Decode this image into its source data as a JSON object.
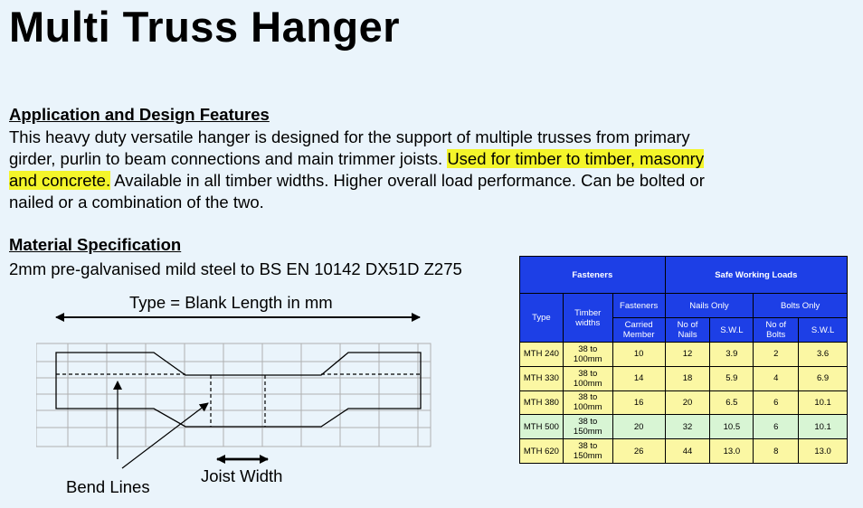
{
  "title": "Multi Truss Hanger",
  "application": {
    "heading": "Application and Design Features",
    "text_before": "This heavy duty versatile hanger is designed for the support of multiple trusses from primary girder, purlin to beam connections and main trimmer joists. ",
    "highlight": " Used for timber to timber, masonry and concrete.",
    "text_after": "  Available in all timber widths.  Higher overall load performance. Can be bolted or nailed or a combination of the two."
  },
  "material": {
    "heading": "Material Specification",
    "text": "2mm pre-galvanised mild steel to BS EN 10142 DX51D Z275"
  },
  "diagram": {
    "type_label": "Type = Blank Length in mm",
    "bend_lines_label": "Bend Lines",
    "joist_width_label": "Joist Width"
  },
  "table": {
    "group_fasteners": "Fasteners",
    "group_swl": "Safe Working Loads",
    "col_type": "Type",
    "col_timber": "Timber widths",
    "col_fasteners": "Fasteners",
    "col_carried": "Carried Member",
    "group_nails": "Nails Only",
    "group_bolts": "Bolts Only",
    "col_no_nails": "No of Nails",
    "col_swl_nails": "S.W.L",
    "col_no_bolts": "No of Bolts",
    "col_swl_bolts": "S.W.L",
    "rows": [
      {
        "type": "MTH 240",
        "timber": "38 to 100mm",
        "carried": "10",
        "nails": "12",
        "swl_n": "3.9",
        "bolts": "2",
        "swl_b": "3.6",
        "tone": "yellow"
      },
      {
        "type": "MTH 330",
        "timber": "38 to 100mm",
        "carried": "14",
        "nails": "18",
        "swl_n": "5.9",
        "bolts": "4",
        "swl_b": "6.9",
        "tone": "yellow"
      },
      {
        "type": "MTH 380",
        "timber": "38 to 100mm",
        "carried": "16",
        "nails": "20",
        "swl_n": "6.5",
        "bolts": "6",
        "swl_b": "10.1",
        "tone": "yellow"
      },
      {
        "type": "MTH 500",
        "timber": "38 to 150mm",
        "carried": "20",
        "nails": "32",
        "swl_n": "10.5",
        "bolts": "6",
        "swl_b": "10.1",
        "tone": "green"
      },
      {
        "type": "MTH 620",
        "timber": "38 to 150mm",
        "carried": "26",
        "nails": "44",
        "swl_n": "13.0",
        "bolts": "8",
        "swl_b": "13.0",
        "tone": "yellow"
      }
    ]
  }
}
